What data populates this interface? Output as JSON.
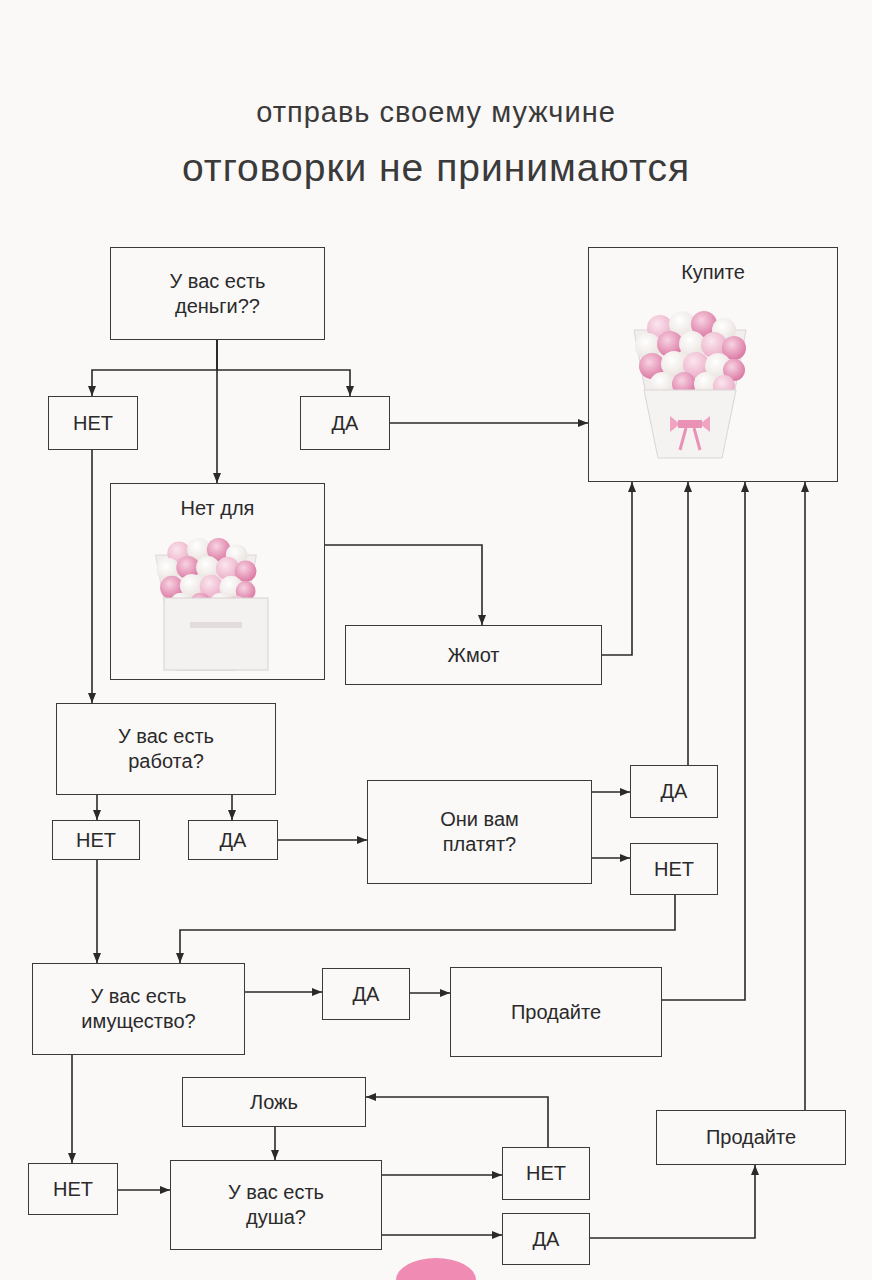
{
  "diagram": {
    "title": "отправь своему мужчине",
    "nodes": [
      {
        "text": [
          "У вас есть деньги??"
        ]
      },
      {
        "text": [
          "Купите"
        ]
      },
      {
        "text": [
          "НЕТ"
        ]
      },
      {
        "text": [
          "ДА"
        ]
      },
      {
        "text": [
          "Нет для"
        ]
      },
      {
        "text": [
          "Жмот"
        ]
      },
      {
        "text": [
          "У вас есть работа?"
        ]
      },
      {
        "text": [
          "НЕТ"
        ]
      },
      {
        "text": [
          "ДА"
        ]
      },
      {
        "text": [
          "Они вам платят?"
        ]
      },
      {
        "text": [
          "ДА"
        ]
      },
      {
        "text": [
          "НЕТ"
        ]
      },
      {
        "text": [
          "У вас есть имущество?"
        ]
      },
      {
        "text": [
          "ДА"
        ]
      },
      {
        "text": [
          "Продайте"
        ]
      },
      {
        "text": [
          "Ложь"
        ]
      },
      {
        "text": [
          "Продайте"
        ]
      },
      {
        "text": [
          "НЕТ"
        ]
      },
      {
        "text": [
          "У вас есть душа?"
        ]
      },
      {
        "text": [
          "НЕТ"
        ]
      },
      {
        "text": [
          "ДА"
        ]
      }
    ],
    "edges": [
      {
        "from": 0,
        "to": 2,
        "arrow": "to"
      },
      {
        "from": 0,
        "to": 3,
        "arrow": "to"
      },
      {
        "from": 0,
        "to": 4,
        "arrow": "to"
      },
      {
        "from": 3,
        "to": 1,
        "arrow": "to"
      },
      {
        "from": 4,
        "to": 5,
        "arrow": "to"
      },
      {
        "from": 5,
        "to": 1,
        "arrow": "to"
      },
      {
        "from": 2,
        "to": 6,
        "arrow": "to"
      },
      {
        "from": 6,
        "to": 7,
        "arrow": "to"
      },
      {
        "from": 6,
        "to": 8,
        "arrow": "to"
      },
      {
        "from": 8,
        "to": 9,
        "arrow": "to"
      },
      {
        "from": 9,
        "to": 10,
        "arrow": "to"
      },
      {
        "from": 9,
        "to": 11,
        "arrow": "to"
      },
      {
        "from": 10,
        "to": 1,
        "arrow": "to"
      },
      {
        "from": 11,
        "to": 12,
        "arrow": "to"
      },
      {
        "from": 7,
        "to": 12,
        "arrow": "to"
      },
      {
        "from": 12,
        "to": 13,
        "arrow": "to"
      },
      {
        "from": 13,
        "to": 14,
        "arrow": "to"
      },
      {
        "from": 14,
        "to": 1,
        "arrow": "to"
      },
      {
        "from": 12,
        "to": 17,
        "arrow": "to"
      },
      {
        "from": 17,
        "to": 18,
        "arrow": "to"
      },
      {
        "from": 18,
        "to": 19,
        "arrow": "to"
      },
      {
        "from": 18,
        "to": 20,
        "arrow": "to"
      },
      {
        "from": 19,
        "to": 15,
        "arrow": "to"
      },
      {
        "from": 15,
        "to": 18,
        "arrow": "to"
      },
      {
        "from": 20,
        "to": 16,
        "arrow": "to"
      },
      {
        "from": 16,
        "to": 1,
        "arrow": "to"
      }
    ],
    "labels": [
      "отговорки не принимаются"
    ]
  }
}
